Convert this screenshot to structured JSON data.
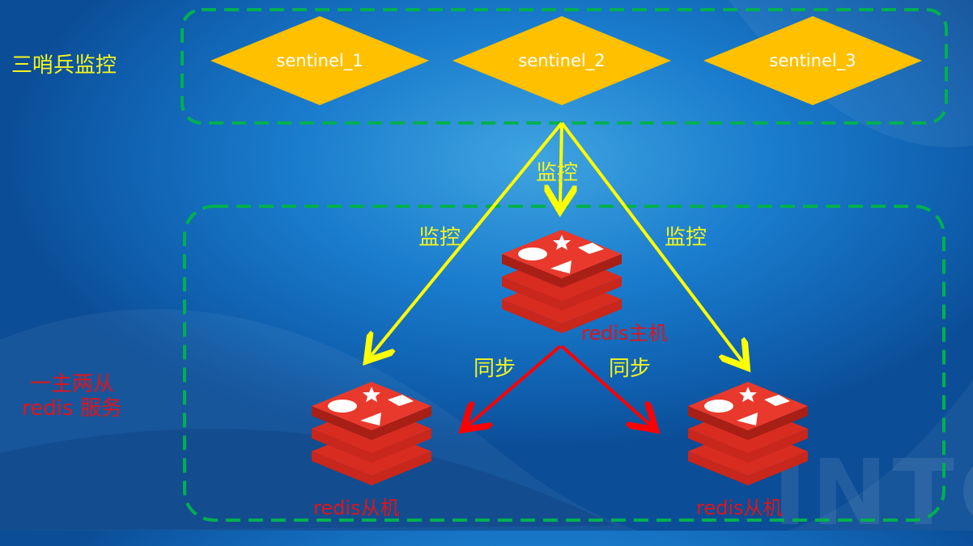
{
  "labels": {
    "sentinel_monitoring": "三哨兵监控",
    "one_master_two_slaves_line1": "一主两从",
    "one_master_two_slaves_line2": "redis 服务"
  },
  "sentinels": [
    {
      "label": "sentinel_1"
    },
    {
      "label": "sentinel_2"
    },
    {
      "label": "sentinel_3"
    }
  ],
  "edges": {
    "monitor_left": "监控",
    "monitor_center": "监控",
    "monitor_right": "监控",
    "sync_left": "同步",
    "sync_right": "同步"
  },
  "nodes": {
    "master": "redis主机",
    "slave_left": "redis从机",
    "slave_right": "redis从机"
  },
  "watermark": "INTC",
  "colors": {
    "sentinel_fill": "#ffc000",
    "group_border": "#00b050",
    "monitor_arrow": "#ffff00",
    "sync_arrow": "#ff0000",
    "redis_red": "#d82c20"
  }
}
